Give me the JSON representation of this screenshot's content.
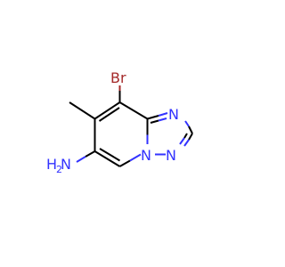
{
  "molecule": {
    "atoms": {
      "br": {
        "label": "Br"
      },
      "n_ring_top": {
        "label": "N"
      },
      "n_ring_bottom": {
        "label": "N"
      },
      "n_bridge": {
        "label": "N"
      },
      "amine_n": {
        "label": "N"
      },
      "amine_h": {
        "label": "H"
      },
      "amine_h_count": {
        "label": "2"
      }
    },
    "colors": {
      "bond": "#000000",
      "nitrogen": "#3333ff",
      "bromine": "#a52a2a"
    }
  }
}
